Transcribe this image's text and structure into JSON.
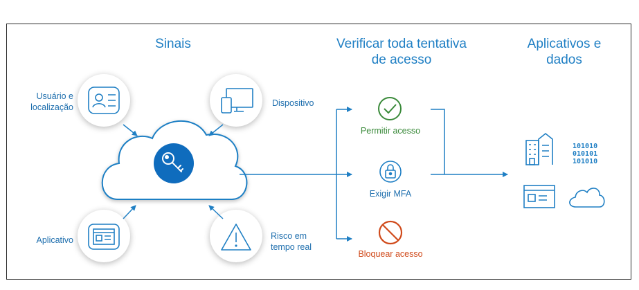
{
  "headings": {
    "signals": "Sinais",
    "verify_line1": "Verificar toda tentativa",
    "verify_line2": "de acesso",
    "apps_line1": "Aplicativos e",
    "apps_line2": "dados"
  },
  "signals": {
    "user_line1": "Usuário e",
    "user_line2": "localização",
    "device": "Dispositivo",
    "application": "Aplicativo",
    "risk_line1": "Risco em",
    "risk_line2": "tempo real"
  },
  "decisions": {
    "allow": "Permitir acesso",
    "mfa": "Exigir MFA",
    "block": "Bloquear acesso"
  },
  "resources": {
    "binary_line1": "101010",
    "binary_line2": "010101",
    "binary_line3": "101010"
  },
  "colors": {
    "primary": "#1f7fc4",
    "allow": "#3a8a3a",
    "block": "#d04a1b",
    "key_circle": "#0f6cbd"
  }
}
